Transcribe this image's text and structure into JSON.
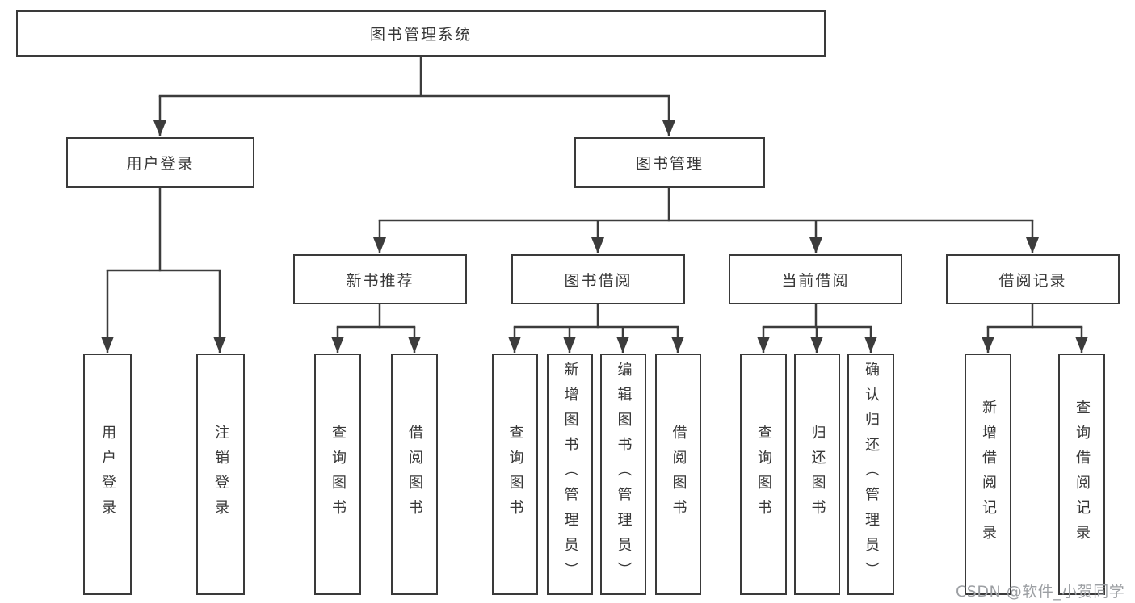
{
  "diagram": {
    "root": {
      "label": "图书管理系统"
    },
    "branches": [
      {
        "label": "用户登录",
        "children": [
          {
            "label": "用户登录"
          },
          {
            "label": "注销登录"
          }
        ]
      },
      {
        "label": "图书管理",
        "children": [
          {
            "label": "新书推荐",
            "children": [
              {
                "label": "查询图书"
              },
              {
                "label": "借阅图书"
              }
            ]
          },
          {
            "label": "图书借阅",
            "children": [
              {
                "label": "查询图书"
              },
              {
                "label": "新增图书（管理员）"
              },
              {
                "label": "编辑图书（管理员）"
              },
              {
                "label": "借阅图书"
              }
            ]
          },
          {
            "label": "当前借阅",
            "children": [
              {
                "label": "查询图书"
              },
              {
                "label": "归还图书"
              },
              {
                "label": "确认归还（管理员）"
              }
            ]
          },
          {
            "label": "借阅记录",
            "children": [
              {
                "label": "新增借阅记录"
              },
              {
                "label": "查询借阅记录"
              }
            ]
          }
        ]
      }
    ]
  },
  "watermark": {
    "text": "CSDN @软件_小贺同学"
  },
  "colors": {
    "line": "#3c3c3c",
    "border": "#3a3a3a",
    "text": "#383838",
    "watermark": "#9c9fa3",
    "background": "#ffffff"
  }
}
